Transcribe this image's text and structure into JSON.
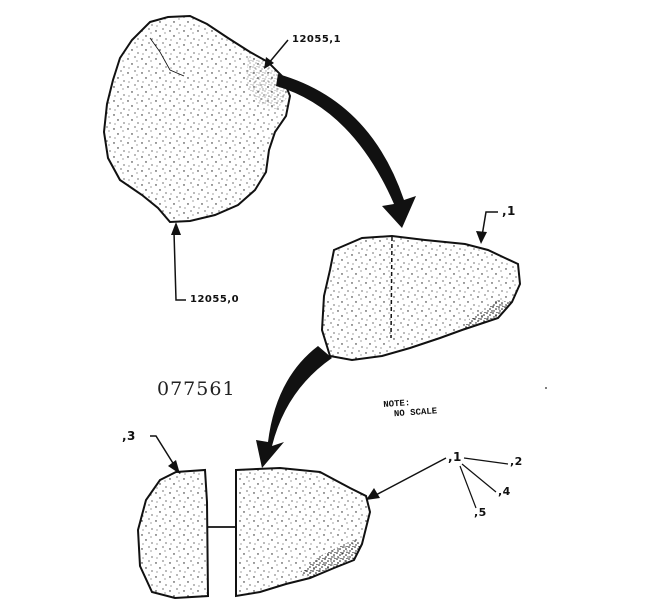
{
  "labels": {
    "parent_top": "12055,1",
    "parent_bottom": "12055,0",
    "slab_mid": ",1",
    "piece_left": ",3",
    "piece_right": ",1",
    "split_2": ",2",
    "split_4": ",4",
    "split_5": ",5"
  },
  "stamp": "077561",
  "note": {
    "line1": "NOTE:",
    "line2": "NO SCALE"
  },
  "colors": {
    "ink": "#111111",
    "paper": "#ffffff"
  }
}
